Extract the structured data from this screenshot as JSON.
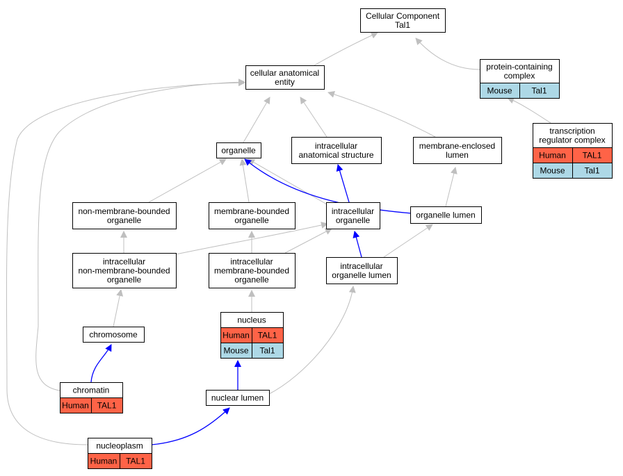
{
  "colors": {
    "human": "#ff6347",
    "mouse": "#add8e6",
    "edge_default": "#bfbfbf",
    "edge_highlight": "#0000ff",
    "node_border": "#000000",
    "node_fill": "#ffffff"
  },
  "nodes": [
    {
      "id": "root",
      "lines": [
        "Cellular Component",
        "Tal1"
      ]
    },
    {
      "id": "cae",
      "lines": [
        "cellular anatomical",
        "entity"
      ]
    },
    {
      "id": "pcc",
      "lines": [
        "protein-containing",
        "complex"
      ],
      "rows": [
        [
          "Mouse",
          "Tal1"
        ]
      ]
    },
    {
      "id": "trc",
      "lines": [
        "transcription",
        "regulator complex"
      ],
      "rows": [
        [
          "Human",
          "TAL1"
        ],
        [
          "Mouse",
          "Tal1"
        ]
      ]
    },
    {
      "id": "organelle",
      "lines": [
        "organelle"
      ]
    },
    {
      "id": "ias",
      "lines": [
        "intracellular",
        "anatomical structure"
      ]
    },
    {
      "id": "mel",
      "lines": [
        "membrane-enclosed",
        "lumen"
      ]
    },
    {
      "id": "nmbo",
      "lines": [
        "non-membrane-bounded",
        "organelle"
      ]
    },
    {
      "id": "mbo",
      "lines": [
        "membrane-bounded",
        "organelle"
      ]
    },
    {
      "id": "io",
      "lines": [
        "intracellular",
        "organelle"
      ]
    },
    {
      "id": "ol",
      "lines": [
        "organelle lumen"
      ]
    },
    {
      "id": "inmbo",
      "lines": [
        "intracellular",
        "non-membrane-bounded",
        "organelle"
      ]
    },
    {
      "id": "imbo",
      "lines": [
        "intracellular",
        "membrane-bounded",
        "organelle"
      ]
    },
    {
      "id": "iol",
      "lines": [
        "intracellular",
        "organelle lumen"
      ]
    },
    {
      "id": "chromosome",
      "lines": [
        "chromosome"
      ]
    },
    {
      "id": "nucleus",
      "lines": [
        "nucleus"
      ],
      "rows": [
        [
          "Human",
          "TAL1"
        ],
        [
          "Mouse",
          "Tal1"
        ]
      ]
    },
    {
      "id": "chromatin",
      "lines": [
        "chromatin"
      ],
      "rows": [
        [
          "Human",
          "TAL1"
        ]
      ]
    },
    {
      "id": "nl",
      "lines": [
        "nuclear lumen"
      ]
    },
    {
      "id": "nucleoplasm",
      "lines": [
        "nucleoplasm"
      ],
      "rows": [
        [
          "Human",
          "TAL1"
        ]
      ]
    }
  ],
  "edges": [
    {
      "from": "cae",
      "to": "root",
      "highlight": false
    },
    {
      "from": "pcc",
      "to": "root",
      "highlight": false
    },
    {
      "from": "trc",
      "to": "pcc",
      "highlight": false
    },
    {
      "from": "organelle",
      "to": "cae",
      "highlight": false
    },
    {
      "from": "ias",
      "to": "cae",
      "highlight": false
    },
    {
      "from": "mel",
      "to": "cae",
      "highlight": false
    },
    {
      "from": "chromatin",
      "to": "cae",
      "highlight": false
    },
    {
      "from": "nucleoplasm",
      "to": "cae",
      "highlight": false
    },
    {
      "from": "nmbo",
      "to": "organelle",
      "highlight": false
    },
    {
      "from": "mbo",
      "to": "organelle",
      "highlight": false
    },
    {
      "from": "io",
      "to": "organelle",
      "highlight": false
    },
    {
      "from": "ol",
      "to": "organelle",
      "highlight": true
    },
    {
      "from": "io",
      "to": "ias",
      "highlight": true
    },
    {
      "from": "ol",
      "to": "mel",
      "highlight": false
    },
    {
      "from": "inmbo",
      "to": "nmbo",
      "highlight": false
    },
    {
      "from": "imbo",
      "to": "mbo",
      "highlight": false
    },
    {
      "from": "inmbo",
      "to": "io",
      "highlight": false
    },
    {
      "from": "imbo",
      "to": "io",
      "highlight": false
    },
    {
      "from": "iol",
      "to": "io",
      "highlight": true
    },
    {
      "from": "iol",
      "to": "ol",
      "highlight": false
    },
    {
      "from": "chromosome",
      "to": "inmbo",
      "highlight": false
    },
    {
      "from": "nucleus",
      "to": "imbo",
      "highlight": false
    },
    {
      "from": "nl",
      "to": "iol",
      "highlight": false
    },
    {
      "from": "chromatin",
      "to": "chromosome",
      "highlight": true
    },
    {
      "from": "nl",
      "to": "nucleus",
      "highlight": true
    },
    {
      "from": "nucleoplasm",
      "to": "nl",
      "highlight": true
    }
  ]
}
